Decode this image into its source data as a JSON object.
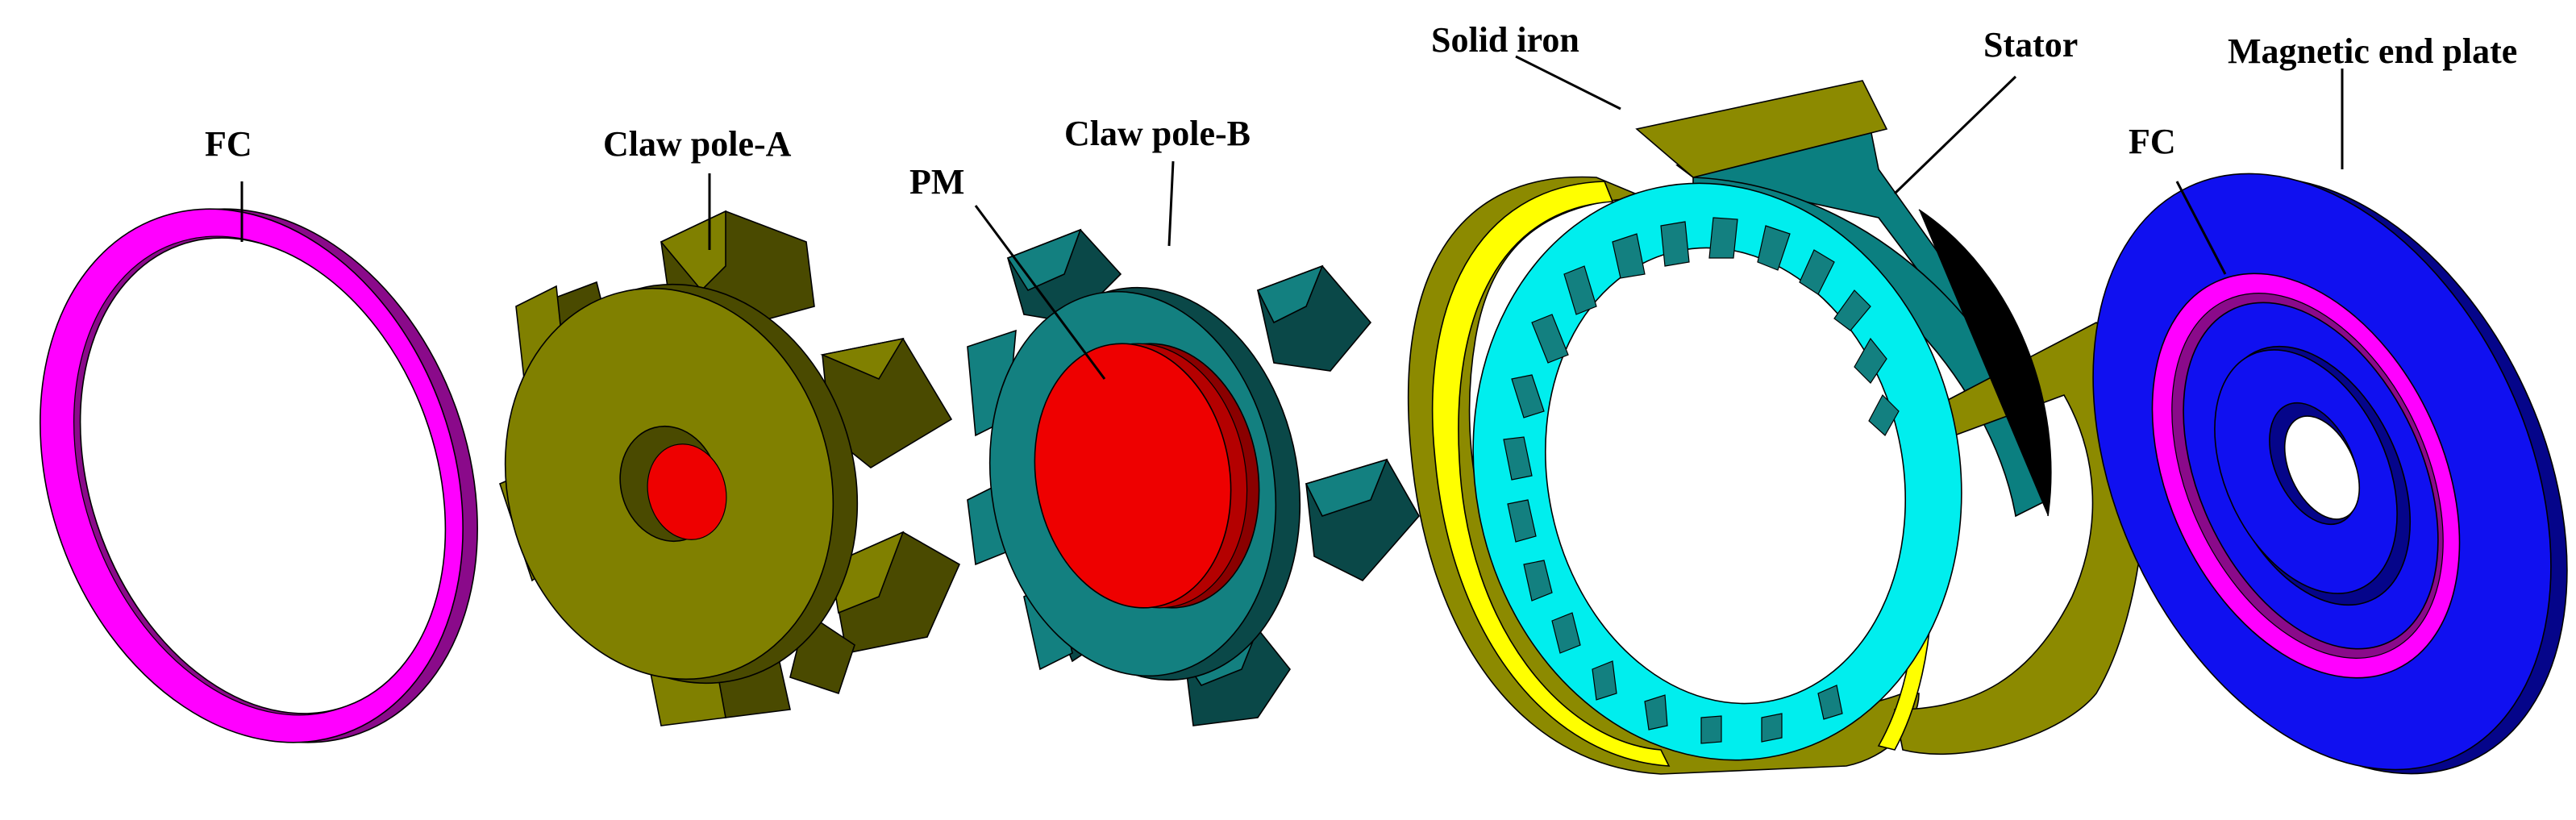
{
  "labels": {
    "fc_left": "FC",
    "claw_pole_a": "Claw pole-A",
    "pm": "PM",
    "claw_pole_b": "Claw pole-B",
    "solid_iron": "Solid iron",
    "stator": "Stator",
    "magnetic_end_plate": "Magnetic end plate",
    "fc_right": "FC"
  },
  "colors": {
    "fc": "#ff00ff",
    "fc_dark": "#8a0a8a",
    "claw_a": "#808000",
    "claw_a_dark": "#4a4a00",
    "claw_b": "#138080",
    "claw_b_dark": "#0a4848",
    "pm": "#ee0000",
    "pm_dark": "#8a0000",
    "solid_iron": "#8c8a00",
    "solid_iron_rim": "#ffff00",
    "stator": "#00eeee",
    "stator_dark": "#0b7f80",
    "end_plate": "#1010f0",
    "end_plate_dark": "#05058a"
  }
}
